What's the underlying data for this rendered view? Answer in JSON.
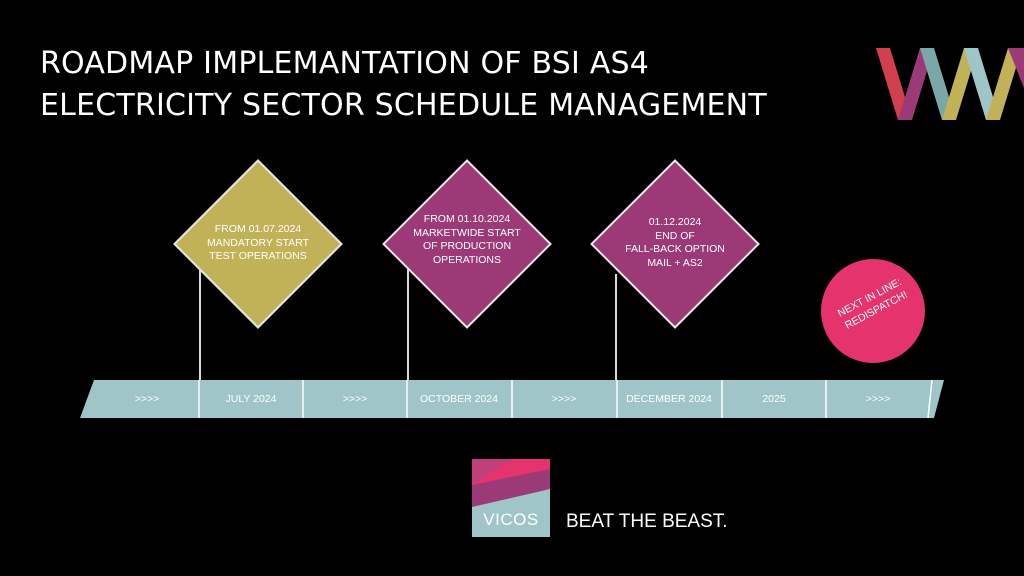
{
  "slide": {
    "title_line_1": "ROADMAP IMPLEMANTATION OF BSI AS4",
    "title_line_2": "ELECTRICITY SECTOR SCHEDULE MANAGEMENT"
  },
  "milestones": [
    {
      "lines": [
        "FROM 01.07.2024",
        "MANDATORY START",
        "TEST OPERATIONS"
      ],
      "color": "#c2b257"
    },
    {
      "lines": [
        "FROM 01.10.2024",
        "MARKETWIDE START",
        "OF PRODUCTION",
        "OPERATIONS"
      ],
      "color": "#9c3a78"
    },
    {
      "lines": [
        "01.12.2024",
        "END OF",
        "FALL-BACK OPTION",
        "MAIL + AS2"
      ],
      "color": "#9c3a78"
    }
  ],
  "next": {
    "lines": [
      "NEXT IN LINE:",
      "REDISPATCH!"
    ],
    "color": "#e5336d"
  },
  "timeline": {
    "segments": [
      ">>>>",
      "JULY 2024",
      ">>>>",
      "OCTOBER 2024",
      ">>>>",
      "DECEMBER 2024",
      "2025",
      ">>>>"
    ],
    "color": "#9fc5c8"
  },
  "brand": {
    "name": "VICOS",
    "tagline": "BEAT THE BEAST."
  },
  "colors": {
    "background": "#000000",
    "gold": "#c2b257",
    "plum": "#9c3a78",
    "pink": "#e5336d",
    "teal": "#9fc5c8"
  }
}
